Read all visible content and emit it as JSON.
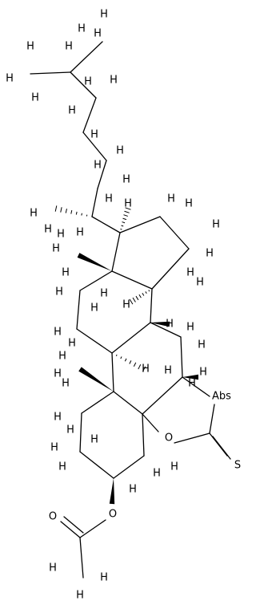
{
  "diagram": {
    "type": "chemical-structure",
    "atom_labels": {
      "H": "H",
      "O": "O",
      "S": "S",
      "Abs": "Abs"
    },
    "colors": {
      "bond": "#000000",
      "label": "#000000",
      "background": "#ffffff"
    }
  }
}
